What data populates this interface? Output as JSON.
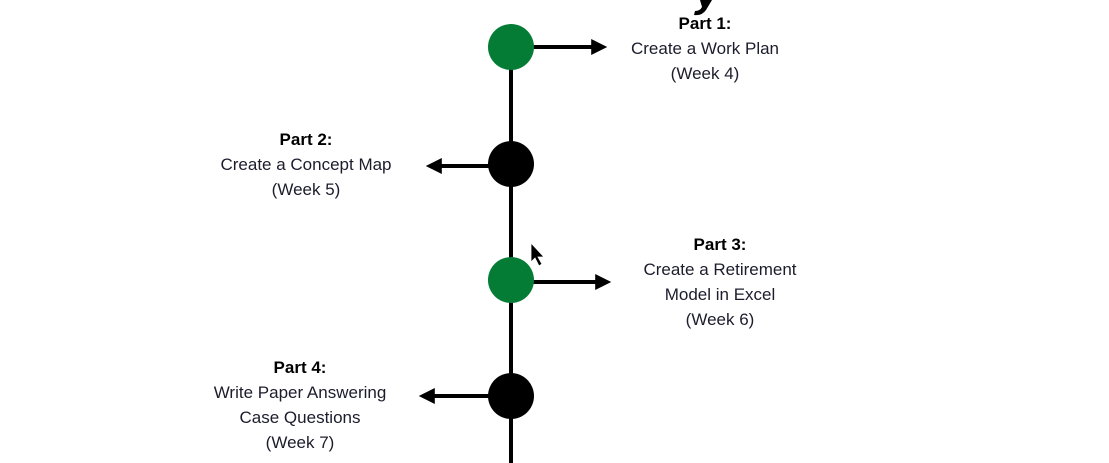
{
  "colors": {
    "completed": "#057c36",
    "pending": "#000000",
    "line": "#000000"
  },
  "milestones": [
    {
      "part": "Part 1:",
      "lines": [
        "Create a Work Plan",
        "(Week 4)"
      ],
      "status_color": "#057c36",
      "side": "right"
    },
    {
      "part": "Part 2:",
      "lines": [
        "Create a Concept Map",
        "(Week 5)"
      ],
      "status_color": "#000000",
      "side": "left"
    },
    {
      "part": "Part 3:",
      "lines": [
        "Create a Retirement",
        "Model in Excel",
        "(Week 6)"
      ],
      "status_color": "#057c36",
      "side": "right"
    },
    {
      "part": "Part 4:",
      "lines": [
        "Write Paper Answering",
        "Case Questions",
        "(Week 7)"
      ],
      "status_color": "#000000",
      "side": "left"
    }
  ]
}
